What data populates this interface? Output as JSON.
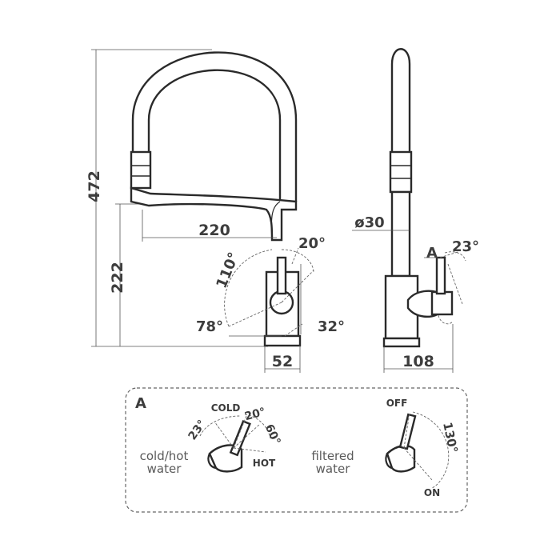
{
  "front_view": {
    "total_height": "472",
    "spout_reach": "220",
    "base_height": "222",
    "spout_swivel": "110°",
    "lever_angle_top": "20°",
    "lever_angle_left": "78°",
    "lever_angle_right": "32°",
    "base_width": "52"
  },
  "side_view": {
    "diameter": "ø30",
    "detail_label": "A",
    "lever_angle": "23°",
    "depth": "108"
  },
  "detail_a": {
    "title": "A",
    "cold_hot": {
      "caption_line1": "cold/hot",
      "caption_line2": "water",
      "cold_label": "COLD",
      "hot_label": "HOT",
      "angle_left": "23°",
      "angle_mid": "20°",
      "angle_right": "60°"
    },
    "filtered": {
      "caption_line1": "filtered",
      "caption_line2": "water",
      "off_label": "OFF",
      "on_label": "ON",
      "angle": "130°"
    }
  }
}
